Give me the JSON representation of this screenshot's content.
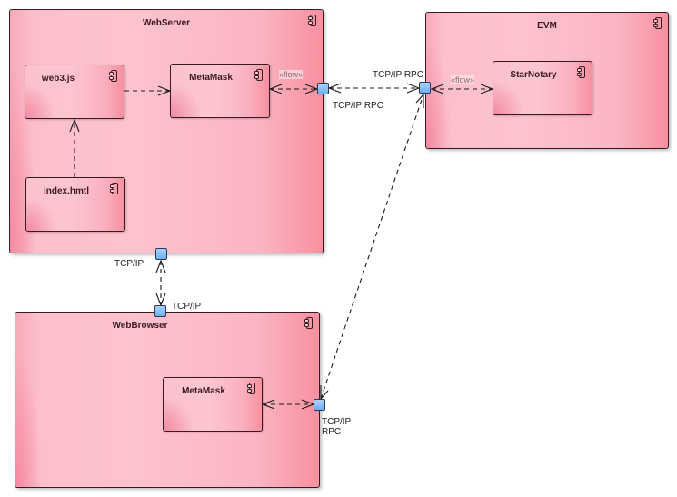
{
  "diagram": {
    "type": "UML deployment/component diagram",
    "nodes": {
      "webserver": {
        "title": "WebServer"
      },
      "evm": {
        "title": "EVM"
      },
      "webbrowser": {
        "title": "WebBrowser"
      }
    },
    "components": {
      "web3js": {
        "title": "web3.js"
      },
      "metamask_server": {
        "title": "MetaMask"
      },
      "index_html": {
        "title": "index.hmtl"
      },
      "starnotary": {
        "title": "StarNotary"
      },
      "metamask_browser": {
        "title": "MetaMask"
      }
    },
    "labels": {
      "flow_server": "«flow»",
      "flow_evm": "«flow»",
      "rpc_webserver_port": "TCP/IP RPC",
      "rpc_evm_port": "TCP/IP RPC",
      "tcp_webserver_port": "TCP/IP",
      "tcp_browser_port": "TCP/IP",
      "rpc_browser_port_line1": "TCP/IP",
      "rpc_browser_port_line2": "RPC"
    },
    "connections": [
      {
        "from": "index.hmtl",
        "to": "web3.js",
        "style": "dashed-arrow"
      },
      {
        "from": "web3.js",
        "to": "MetaMask (WebServer)",
        "style": "dashed-arrow"
      },
      {
        "from": "MetaMask (WebServer)",
        "to": "WebServer RPC port",
        "style": "dashed-bidirectional",
        "stereotype": "«flow»"
      },
      {
        "from": "WebServer RPC port",
        "to": "EVM RPC port",
        "style": "dashed-bidirectional"
      },
      {
        "from": "EVM RPC port",
        "to": "StarNotary",
        "style": "dashed-bidirectional",
        "stereotype": "«flow»"
      },
      {
        "from": "WebServer TCP/IP port",
        "to": "WebBrowser TCP/IP port",
        "style": "dashed-bidirectional"
      },
      {
        "from": "MetaMask (WebBrowser)",
        "to": "WebBrowser RPC port",
        "style": "dashed-bidirectional"
      },
      {
        "from": "WebBrowser RPC port",
        "to": "EVM RPC port",
        "style": "dashed-bidirectional"
      }
    ]
  }
}
